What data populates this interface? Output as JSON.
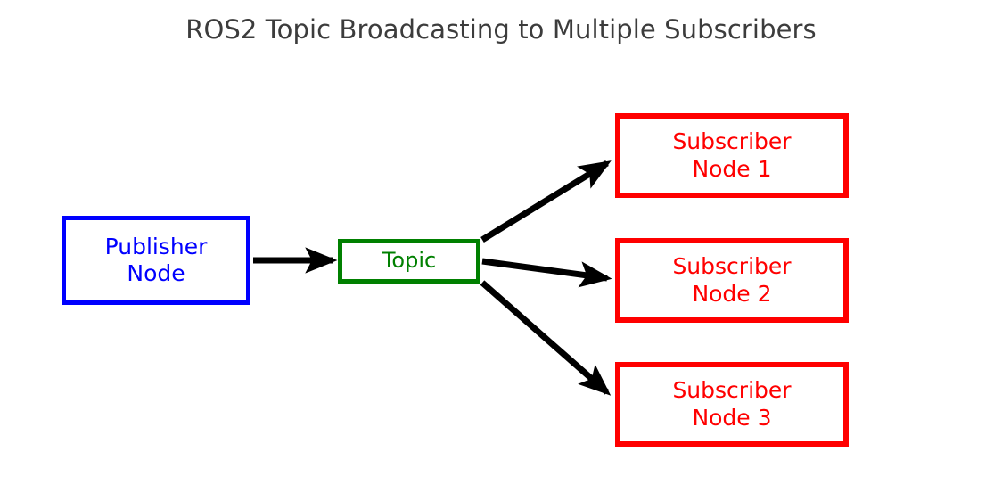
{
  "diagram": {
    "title": "ROS2 Topic Broadcasting to Multiple Subscribers",
    "title_color": "#3c3c3c",
    "background_color": "#ffffff",
    "arrow_color": "#000000",
    "nodes": {
      "publisher": {
        "label": "Publisher\nNode",
        "color": "#0000ff"
      },
      "topic": {
        "label": "Topic",
        "color": "#008000"
      },
      "subscribers": [
        {
          "label": "Subscriber\nNode 1",
          "color": "#ff0000"
        },
        {
          "label": "Subscriber\nNode 2",
          "color": "#ff0000"
        },
        {
          "label": "Subscriber\nNode 3",
          "color": "#ff0000"
        }
      ]
    },
    "edges": [
      {
        "from": "Publisher Node",
        "to": "Topic"
      },
      {
        "from": "Topic",
        "to": "Subscriber Node 1"
      },
      {
        "from": "Topic",
        "to": "Subscriber Node 2"
      },
      {
        "from": "Topic",
        "to": "Subscriber Node 3"
      }
    ]
  }
}
